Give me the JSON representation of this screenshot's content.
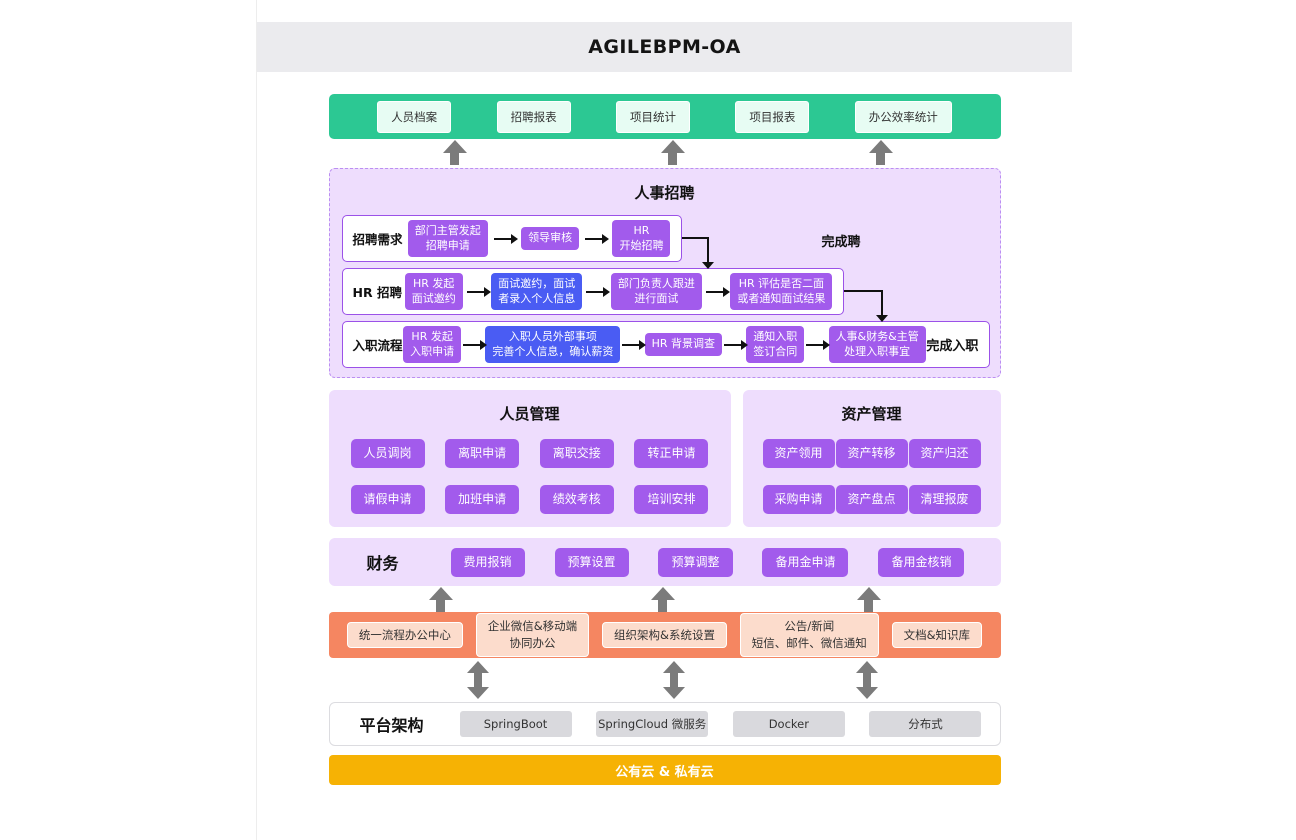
{
  "header": {
    "title": "AGILEBPM-OA"
  },
  "report_bar": {
    "items": [
      "人员档案",
      "招聘报表",
      "项目统计",
      "项目报表",
      "办公效率统计"
    ]
  },
  "hr_recruit": {
    "title": "人事招聘",
    "row1": {
      "label": "招聘需求",
      "steps": [
        "部门主管发起\n招聘申请",
        "领导审核",
        "HR\n开始招聘"
      ],
      "done": "完成聘"
    },
    "row2": {
      "label": "HR 招聘",
      "steps": [
        "HR 发起\n面试邀约",
        "面试邀约，面试\n者录入个人信息",
        "部门负责人跟进\n进行面试",
        "HR 评估是否二面\n或者通知面试结果"
      ]
    },
    "row3": {
      "label": "入职流程",
      "steps": [
        "HR 发起\n入职申请",
        "入职人员外部事项\n完善个人信息，确认薪资",
        "HR 背景调查",
        "通知入职\n签订合同",
        "人事&财务&主管\n处理入职事宜"
      ],
      "done": "完成入职"
    }
  },
  "people_mgmt": {
    "title": "人员管理",
    "items": [
      "人员调岗",
      "离职申请",
      "离职交接",
      "转正申请",
      "请假申请",
      "加班申请",
      "绩效考核",
      "培训安排"
    ]
  },
  "asset_mgmt": {
    "title": "资产管理",
    "items": [
      "资产领用",
      "资产转移",
      "资产归还",
      "采购申请",
      "资产盘点",
      "清理报废"
    ]
  },
  "finance": {
    "label": "财务",
    "items": [
      "费用报销",
      "预算设置",
      "预算调整",
      "备用金申请",
      "备用金核销"
    ]
  },
  "platform_services": {
    "items": [
      "统一流程办公中心",
      "企业微信&移动端\n协同办公",
      "组织架构&系统设置",
      "公告/新闻\n短信、邮件、微信通知",
      "文档&知识库"
    ]
  },
  "platform_arch": {
    "label": "平台架构",
    "items": [
      "SpringBoot",
      "SpringCloud 微服务",
      "Docker",
      "分布式"
    ]
  },
  "cloud_bar": {
    "label": "公有云 & 私有云"
  },
  "colors": {
    "green": "#2cc893",
    "purple": "#a25bec",
    "blue": "#4a5cf3",
    "lavender": "#eeddfd",
    "orange": "#f58661",
    "peach": "#fcdccc",
    "amber": "#f6b204",
    "arrow_gray": "#7b7b7b"
  }
}
